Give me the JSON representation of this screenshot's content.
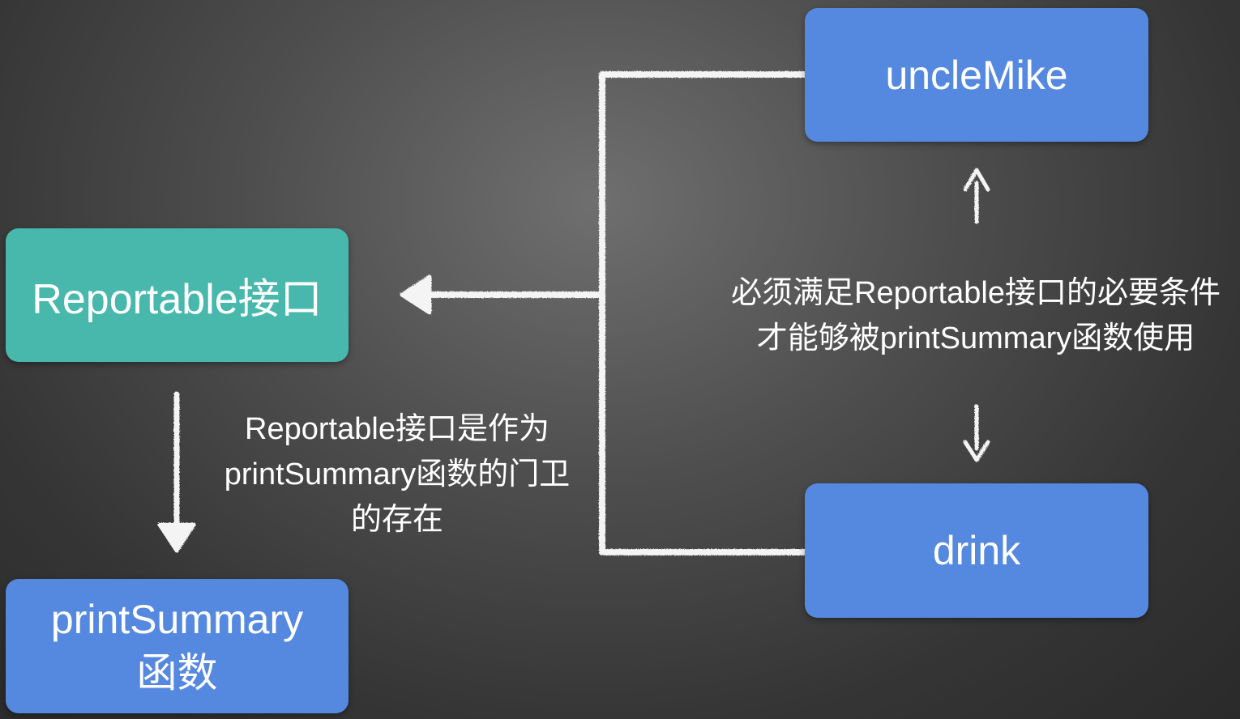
{
  "nodes": {
    "reportable": {
      "label": "Reportable接口"
    },
    "printsummary": {
      "line1": "printSummary",
      "line2": "函数"
    },
    "unclemike": {
      "label": "uncleMike"
    },
    "drink": {
      "label": "drink"
    }
  },
  "notes": {
    "gatekeeper": {
      "line1": "Reportable接口是作为",
      "line2": "printSummary函数的门卫",
      "line3": "的存在"
    },
    "condition": {
      "line1": "必须满足Reportable接口的必要条件",
      "line2": "才能够被printSummary函数使用"
    }
  },
  "colors": {
    "blue_box": "#5589e0",
    "teal_box": "#48b8ad",
    "chalk": "#f4f4f4"
  }
}
